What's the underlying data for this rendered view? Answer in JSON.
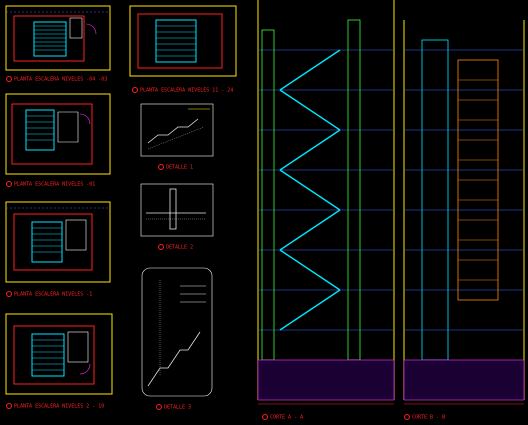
{
  "colors": {
    "background": "#000000",
    "outline_yellow": "#ffe600",
    "wall_red": "#ff2020",
    "stair_cyan": "#00e5ff",
    "grid_blue": "#3c6bff",
    "detail_white": "#e8e8e8",
    "green": "#33ff33",
    "magenta": "#ff33ff",
    "orange": "#ff8a00"
  },
  "titles": {
    "plan_1": "PLANTA ESCALERA NIVELES -04 -03",
    "plan_2": "PLANTA ESCALERA NIVELES -01",
    "plan_3": "PLANTA ESCALERA NIVELES -1",
    "plan_4": "PLANTA ESCALERA NIVELES 2 - 10",
    "plan_top": "PLANTA ESCALERA NIVELES 11 - 24",
    "detail_1": "DETALLE 1",
    "detail_2": "DETALLE 2",
    "detail_3": "DETALLE 3",
    "section_a": "CORTE A - A",
    "section_b": "CORTE B - B"
  }
}
